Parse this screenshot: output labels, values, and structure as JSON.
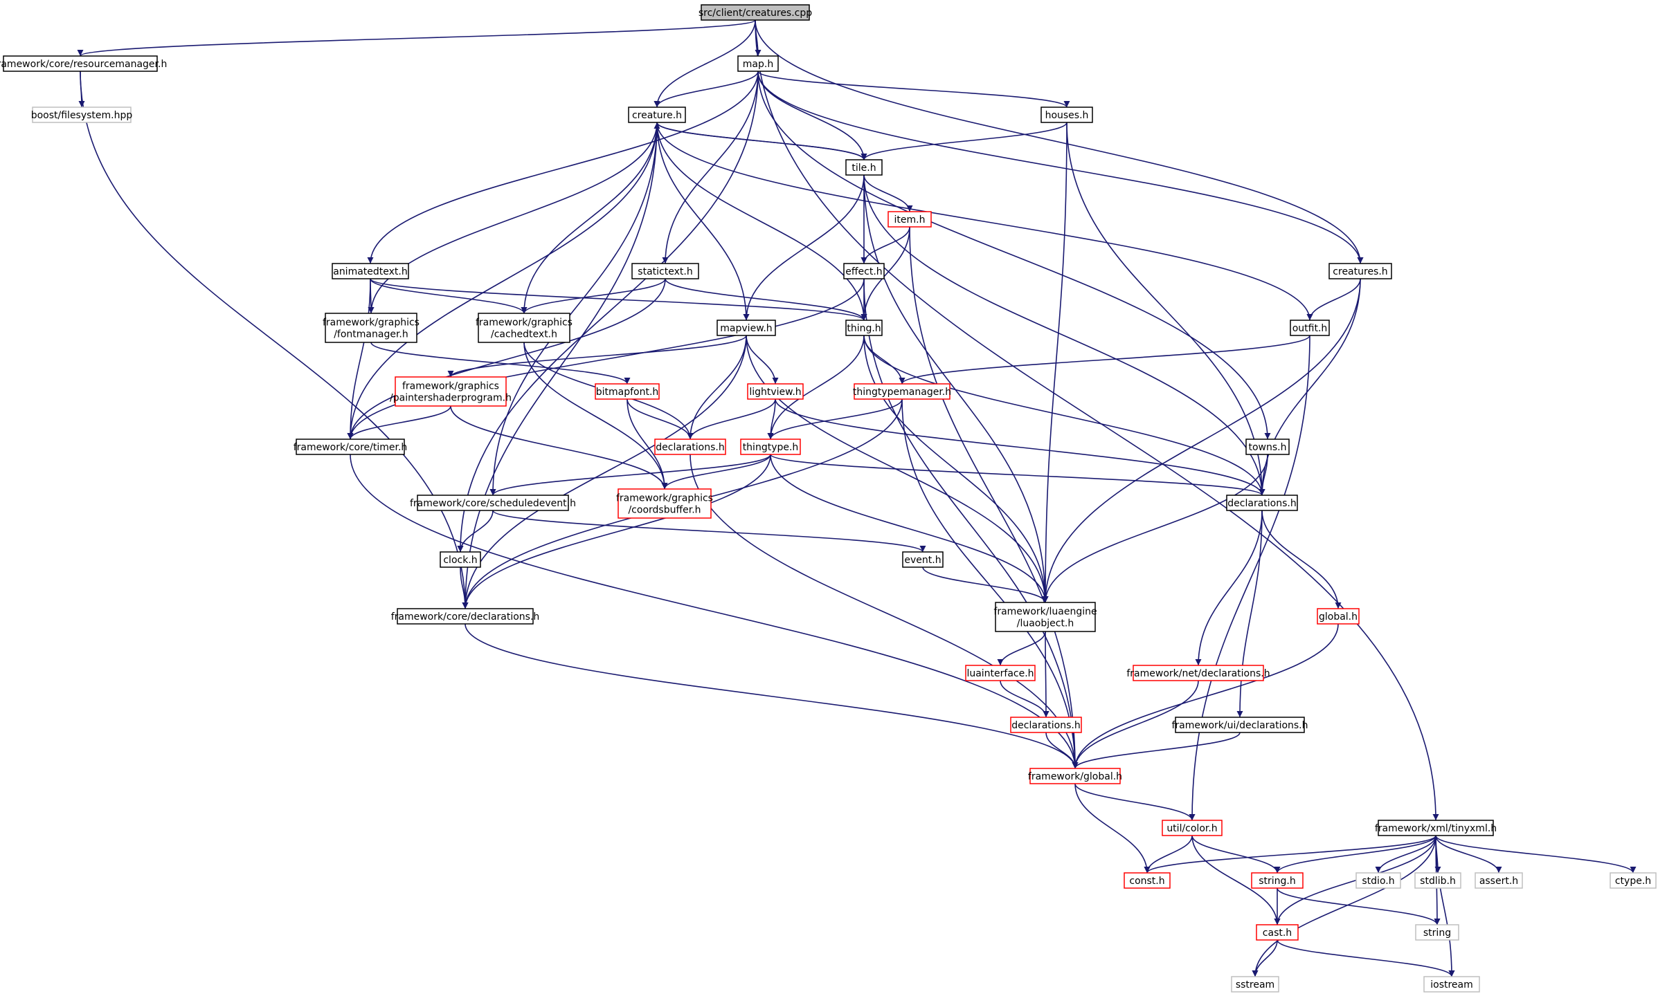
{
  "graph": {
    "colors": {
      "edge": "#191970",
      "root_fill": "#bfbfbf",
      "normal_border": "#000000",
      "truncated_border": "#ff0000",
      "external_border": "#bfbfbf",
      "background": "#ffffff"
    },
    "nodes": [
      {
        "id": "creatures_cpp",
        "lines": [
          "src/client/creatures.cpp"
        ],
        "kind": "root"
      },
      {
        "id": "resourcemanager",
        "lines": [
          "framework/core/resourcemanager.h"
        ],
        "kind": "normal"
      },
      {
        "id": "map",
        "lines": [
          "map.h"
        ],
        "kind": "normal"
      },
      {
        "id": "boost_fs",
        "lines": [
          "boost/filesystem.hpp"
        ],
        "kind": "external"
      },
      {
        "id": "creature",
        "lines": [
          "creature.h"
        ],
        "kind": "normal"
      },
      {
        "id": "houses",
        "lines": [
          "houses.h"
        ],
        "kind": "normal"
      },
      {
        "id": "tile",
        "lines": [
          "tile.h"
        ],
        "kind": "normal"
      },
      {
        "id": "item",
        "lines": [
          "item.h"
        ],
        "kind": "truncated"
      },
      {
        "id": "animatedtext",
        "lines": [
          "animatedtext.h"
        ],
        "kind": "normal"
      },
      {
        "id": "statictext",
        "lines": [
          "statictext.h"
        ],
        "kind": "normal"
      },
      {
        "id": "effect",
        "lines": [
          "effect.h"
        ],
        "kind": "normal"
      },
      {
        "id": "creatures_h",
        "lines": [
          "creatures.h"
        ],
        "kind": "normal"
      },
      {
        "id": "fontmanager",
        "lines": [
          "framework/graphics",
          "/fontmanager.h"
        ],
        "kind": "normal"
      },
      {
        "id": "cachedtext",
        "lines": [
          "framework/graphics",
          "/cachedtext.h"
        ],
        "kind": "normal"
      },
      {
        "id": "mapview",
        "lines": [
          "mapview.h"
        ],
        "kind": "normal"
      },
      {
        "id": "thing",
        "lines": [
          "thing.h"
        ],
        "kind": "normal"
      },
      {
        "id": "outfit",
        "lines": [
          "outfit.h"
        ],
        "kind": "normal"
      },
      {
        "id": "paintershader",
        "lines": [
          "framework/graphics",
          "/paintershaderprogram.h"
        ],
        "kind": "truncated"
      },
      {
        "id": "bitmapfont",
        "lines": [
          "bitmapfont.h"
        ],
        "kind": "truncated"
      },
      {
        "id": "lightview",
        "lines": [
          "lightview.h"
        ],
        "kind": "truncated"
      },
      {
        "id": "thingtypemanager",
        "lines": [
          "thingtypemanager.h"
        ],
        "kind": "truncated"
      },
      {
        "id": "timer",
        "lines": [
          "framework/core/timer.h"
        ],
        "kind": "normal"
      },
      {
        "id": "declarations_red",
        "lines": [
          "declarations.h"
        ],
        "kind": "truncated"
      },
      {
        "id": "thingtype",
        "lines": [
          "thingtype.h"
        ],
        "kind": "truncated"
      },
      {
        "id": "towns",
        "lines": [
          "towns.h"
        ],
        "kind": "normal"
      },
      {
        "id": "scheduledevent",
        "lines": [
          "framework/core/scheduledevent.h"
        ],
        "kind": "normal"
      },
      {
        "id": "coordsbuffer",
        "lines": [
          "framework/graphics",
          "/coordsbuffer.h"
        ],
        "kind": "truncated"
      },
      {
        "id": "declarations_main",
        "lines": [
          "declarations.h"
        ],
        "kind": "normal"
      },
      {
        "id": "clock",
        "lines": [
          "clock.h"
        ],
        "kind": "normal"
      },
      {
        "id": "event",
        "lines": [
          "event.h"
        ],
        "kind": "normal"
      },
      {
        "id": "core_declarations",
        "lines": [
          "framework/core/declarations.h"
        ],
        "kind": "normal"
      },
      {
        "id": "luaobject",
        "lines": [
          "framework/luaengine",
          "/luaobject.h"
        ],
        "kind": "normal"
      },
      {
        "id": "global_red",
        "lines": [
          "global.h"
        ],
        "kind": "truncated"
      },
      {
        "id": "luainterface",
        "lines": [
          "luainterface.h"
        ],
        "kind": "truncated"
      },
      {
        "id": "net_declarations",
        "lines": [
          "framework/net/declarations.h"
        ],
        "kind": "truncated"
      },
      {
        "id": "declarations_lua",
        "lines": [
          "declarations.h"
        ],
        "kind": "truncated"
      },
      {
        "id": "ui_declarations",
        "lines": [
          "framework/ui/declarations.h"
        ],
        "kind": "normal"
      },
      {
        "id": "fw_global",
        "lines": [
          "framework/global.h"
        ],
        "kind": "truncated"
      },
      {
        "id": "util_color",
        "lines": [
          "util/color.h"
        ],
        "kind": "truncated"
      },
      {
        "id": "tinyxml",
        "lines": [
          "framework/xml/tinyxml.h"
        ],
        "kind": "normal"
      },
      {
        "id": "const_h",
        "lines": [
          "const.h"
        ],
        "kind": "truncated"
      },
      {
        "id": "string_h",
        "lines": [
          "string.h"
        ],
        "kind": "truncated"
      },
      {
        "id": "stdio",
        "lines": [
          "stdio.h"
        ],
        "kind": "external"
      },
      {
        "id": "stdlib",
        "lines": [
          "stdlib.h"
        ],
        "kind": "external"
      },
      {
        "id": "assert",
        "lines": [
          "assert.h"
        ],
        "kind": "external"
      },
      {
        "id": "ctype",
        "lines": [
          "ctype.h"
        ],
        "kind": "external"
      },
      {
        "id": "cast",
        "lines": [
          "cast.h"
        ],
        "kind": "truncated"
      },
      {
        "id": "string",
        "lines": [
          "string"
        ],
        "kind": "external"
      },
      {
        "id": "sstream",
        "lines": [
          "sstream"
        ],
        "kind": "external"
      },
      {
        "id": "iostream",
        "lines": [
          "iostream"
        ],
        "kind": "external"
      }
    ],
    "edges": [
      [
        "creatures_cpp",
        "resourcemanager"
      ],
      [
        "creatures_cpp",
        "map"
      ],
      [
        "creatures_cpp",
        "creature"
      ],
      [
        "creatures_cpp",
        "creatures_h"
      ],
      [
        "creatures_cpp",
        "tinyxml"
      ],
      [
        "resourcemanager",
        "boost_fs"
      ],
      [
        "resourcemanager",
        "core_declarations"
      ],
      [
        "map",
        "creature"
      ],
      [
        "map",
        "houses"
      ],
      [
        "map",
        "tile"
      ],
      [
        "map",
        "animatedtext"
      ],
      [
        "map",
        "statictext"
      ],
      [
        "map",
        "creatures_h"
      ],
      [
        "map",
        "towns"
      ],
      [
        "map",
        "clock"
      ],
      [
        "creature",
        "tile"
      ],
      [
        "creature",
        "fontmanager"
      ],
      [
        "creature",
        "cachedtext"
      ],
      [
        "creature",
        "mapview"
      ],
      [
        "creature",
        "thing"
      ],
      [
        "creature",
        "outfit"
      ],
      [
        "creature",
        "timer"
      ],
      [
        "creature",
        "scheduledevent"
      ],
      [
        "creature",
        "core_declarations"
      ],
      [
        "houses",
        "tile"
      ],
      [
        "houses",
        "luaobject"
      ],
      [
        "houses",
        "declarations_main"
      ],
      [
        "tile",
        "creature"
      ],
      [
        "tile",
        "item"
      ],
      [
        "tile",
        "effect"
      ],
      [
        "tile",
        "mapview"
      ],
      [
        "tile",
        "luaobject"
      ],
      [
        "tile",
        "declarations_main"
      ],
      [
        "item",
        "effect"
      ],
      [
        "item",
        "thing"
      ],
      [
        "item",
        "fw_global"
      ],
      [
        "animatedtext",
        "fontmanager"
      ],
      [
        "animatedtext",
        "cachedtext"
      ],
      [
        "animatedtext",
        "thing"
      ],
      [
        "animatedtext",
        "timer"
      ],
      [
        "statictext",
        "cachedtext"
      ],
      [
        "statictext",
        "thing"
      ],
      [
        "statictext",
        "timer"
      ],
      [
        "effect",
        "thing"
      ],
      [
        "effect",
        "timer"
      ],
      [
        "effect",
        "fw_global"
      ],
      [
        "creatures_h",
        "outfit"
      ],
      [
        "creatures_h",
        "declarations_main"
      ],
      [
        "creatures_h",
        "luaobject"
      ],
      [
        "fontmanager",
        "bitmapfont"
      ],
      [
        "cachedtext",
        "declarations_red"
      ],
      [
        "cachedtext",
        "coordsbuffer"
      ],
      [
        "mapview",
        "paintershader"
      ],
      [
        "mapview",
        "lightview"
      ],
      [
        "mapview",
        "declarations_red"
      ],
      [
        "mapview",
        "luaobject"
      ],
      [
        "mapview",
        "core_declarations"
      ],
      [
        "thing",
        "thingtypemanager"
      ],
      [
        "thing",
        "thingtype"
      ],
      [
        "thing",
        "luaobject"
      ],
      [
        "thing",
        "declarations_main"
      ],
      [
        "outfit",
        "thingtypemanager"
      ],
      [
        "outfit",
        "util_color"
      ],
      [
        "paintershader",
        "timer"
      ],
      [
        "paintershader",
        "coordsbuffer"
      ],
      [
        "bitmapfont",
        "declarations_red"
      ],
      [
        "bitmapfont",
        "coordsbuffer"
      ],
      [
        "lightview",
        "thingtype"
      ],
      [
        "lightview",
        "declarations_red"
      ],
      [
        "lightview",
        "declarations_main"
      ],
      [
        "thingtypemanager",
        "thingtype"
      ],
      [
        "thingtypemanager",
        "core_declarations"
      ],
      [
        "thingtypemanager",
        "fw_global"
      ],
      [
        "timer",
        "fw_global"
      ],
      [
        "declarations_red",
        "fw_global"
      ],
      [
        "thingtype",
        "scheduledevent"
      ],
      [
        "thingtype",
        "coordsbuffer"
      ],
      [
        "thingtype",
        "declarations_main"
      ],
      [
        "thingtype",
        "luaobject"
      ],
      [
        "thingtype",
        "core_declarations"
      ],
      [
        "towns",
        "declarations_main"
      ],
      [
        "towns",
        "luaobject"
      ],
      [
        "scheduledevent",
        "clock"
      ],
      [
        "scheduledevent",
        "event"
      ],
      [
        "declarations_main",
        "global_red"
      ],
      [
        "declarations_main",
        "net_declarations"
      ],
      [
        "declarations_main",
        "ui_declarations"
      ],
      [
        "clock",
        "core_declarations"
      ],
      [
        "event",
        "luaobject"
      ],
      [
        "core_declarations",
        "fw_global"
      ],
      [
        "luaobject",
        "luainterface"
      ],
      [
        "luaobject",
        "declarations_lua"
      ],
      [
        "global_red",
        "fw_global"
      ],
      [
        "luainterface",
        "declarations_lua"
      ],
      [
        "net_declarations",
        "fw_global"
      ],
      [
        "declarations_lua",
        "fw_global"
      ],
      [
        "ui_declarations",
        "fw_global"
      ],
      [
        "fw_global",
        "util_color"
      ],
      [
        "fw_global",
        "const_h"
      ],
      [
        "util_color",
        "const_h"
      ],
      [
        "util_color",
        "string_h"
      ],
      [
        "util_color",
        "cast"
      ],
      [
        "tinyxml",
        "const_h"
      ],
      [
        "tinyxml",
        "string_h"
      ],
      [
        "tinyxml",
        "stdio"
      ],
      [
        "tinyxml",
        "stdlib"
      ],
      [
        "tinyxml",
        "assert"
      ],
      [
        "tinyxml",
        "ctype"
      ],
      [
        "tinyxml",
        "cast"
      ],
      [
        "tinyxml",
        "string"
      ],
      [
        "tinyxml",
        "sstream"
      ],
      [
        "tinyxml",
        "iostream"
      ],
      [
        "string_h",
        "cast"
      ],
      [
        "string_h",
        "string"
      ],
      [
        "cast",
        "sstream"
      ],
      [
        "cast",
        "iostream"
      ]
    ]
  }
}
